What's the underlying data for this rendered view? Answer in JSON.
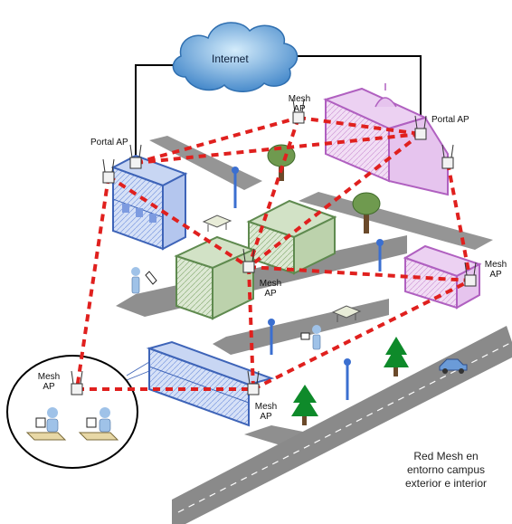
{
  "cloud_label": "Internet",
  "node_labels": {
    "portal_ap_left": "Portal AP",
    "portal_ap_right": "Portal AP",
    "mesh_ap_top": [
      "Mesh",
      "AP"
    ],
    "mesh_ap_center": [
      "Mesh",
      "AP"
    ],
    "mesh_ap_right": [
      "Mesh",
      "AP"
    ],
    "mesh_ap_bottom": [
      "Mesh",
      "AP"
    ],
    "mesh_ap_inset": [
      "Mesh",
      "AP"
    ]
  },
  "caption": [
    "Red Mesh en",
    "entorno campus",
    "exterior e interior"
  ],
  "colors": {
    "mesh_link": "#e0201e",
    "backhaul": "#000000",
    "building_blue": "#4a72c2",
    "building_green": "#5f8a4f",
    "building_purple": "#b060c0",
    "road": "#8a8a8a",
    "cloud": "#5aa0d8"
  },
  "icons": [
    "cloud-icon",
    "access-point-icon",
    "building-icon",
    "tree-icon",
    "lamp-post-icon",
    "bench-icon",
    "person-icon",
    "car-icon",
    "laptop-user-icon"
  ]
}
